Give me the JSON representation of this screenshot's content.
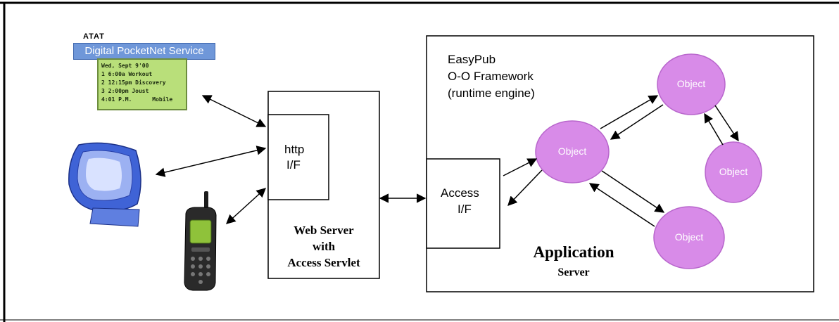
{
  "devices": {
    "pda": {
      "carrier": "ATAT",
      "brand": "Digital PocketNet Service",
      "screen_lines": [
        "Wed, Sept 9'00",
        "1 6:00a Workout",
        "2 12:15pm Discovery",
        "3 2:00pm Joust",
        "4:01 P.M.",
        "Mobile"
      ]
    },
    "computer": {
      "icon": "imac-computer-icon"
    },
    "phone": {
      "icon": "mobile-phone-icon"
    }
  },
  "web_server": {
    "inner_label_1": "http",
    "inner_label_2": "I/F",
    "caption_1": "Web Server",
    "caption_2": "with",
    "caption_3": "Access Servlet"
  },
  "app_server": {
    "framework_1": "EasyPub",
    "framework_2": "O-O Framework",
    "framework_3": "(runtime engine)",
    "access_1": "Access",
    "access_2": "I/F",
    "caption_1": "Application",
    "caption_2": "Server"
  },
  "objects": [
    "Object",
    "Object",
    "Object",
    "Object"
  ],
  "colors": {
    "object_fill": "#d88be8",
    "object_stroke": "#b866cc",
    "line": "#000000"
  }
}
